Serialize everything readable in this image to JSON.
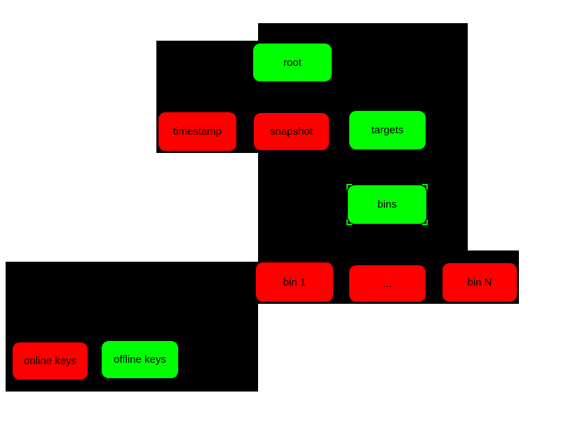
{
  "colors": {
    "background": "#ffffff",
    "highlight_panel": "#000000",
    "online_key_node": "#ff0000",
    "offline_key_node": "#00ff00",
    "node_text": "#000000",
    "selection_handle": "#00ee00"
  },
  "nodes": {
    "root": {
      "label": "root",
      "color": "#00ff00"
    },
    "timestamp": {
      "label": "timestamp",
      "color": "#ff0000"
    },
    "snapshot": {
      "label": "snapshot",
      "color": "#ff0000"
    },
    "targets": {
      "label": "targets",
      "color": "#00ff00"
    },
    "bins": {
      "label": "bins",
      "color": "#00ff00",
      "selected": true
    },
    "bin_1": {
      "label": "bin 1",
      "color": "#ff0000"
    },
    "bin_ellipsis": {
      "label": "...",
      "color": "#ff0000"
    },
    "bin_n": {
      "label": "bin N",
      "color": "#ff0000"
    }
  },
  "legend": {
    "online_keys": {
      "label": "online keys",
      "color": "#ff0000"
    },
    "offline_keys": {
      "label": "offline keys",
      "color": "#00ff00"
    }
  }
}
